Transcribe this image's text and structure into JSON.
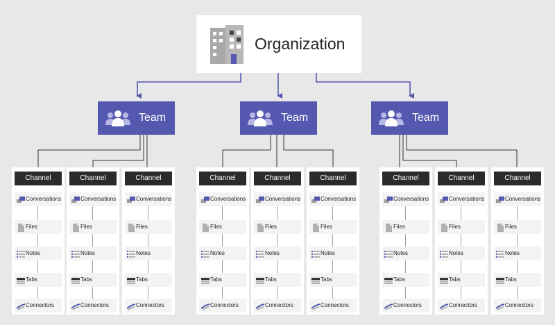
{
  "organization": {
    "label": "Organization",
    "icon": "building-icon"
  },
  "teams": [
    {
      "label": "Team",
      "icon": "people-icon"
    },
    {
      "label": "Team",
      "icon": "people-icon"
    },
    {
      "label": "Team",
      "icon": "people-icon"
    }
  ],
  "channel": {
    "header": "Channel",
    "items": [
      {
        "label": "Conversations",
        "icon": "conversations-icon"
      },
      {
        "label": "Files",
        "icon": "file-icon"
      },
      {
        "label": "Notes",
        "icon": "notes-icon"
      },
      {
        "label": "Tabs",
        "icon": "tabs-icon"
      },
      {
        "label": "Connectors",
        "icon": "connectors-icon"
      }
    ]
  },
  "colors": {
    "team_fill": "#5558af",
    "arrow": "#5558af",
    "channel_header": "#2b2b2b",
    "background": "#e8e8e8"
  }
}
